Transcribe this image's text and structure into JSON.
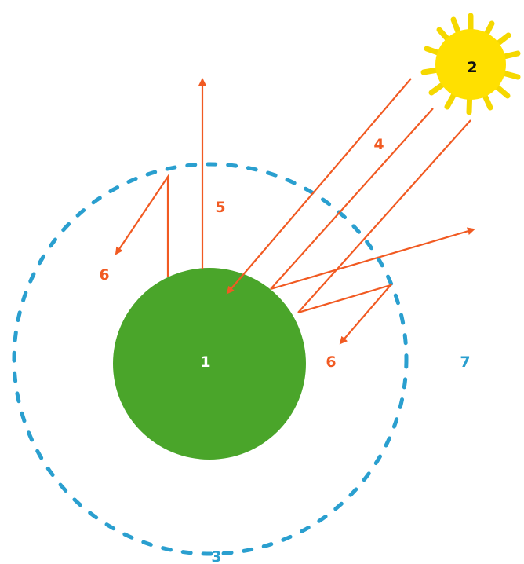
{
  "colors": {
    "earth": "#4aa52a",
    "sun": "#ffe000",
    "sun_rays": "#f5d800",
    "arrows": "#f15a22",
    "atmosphere": "#2a9fcf",
    "label_orange": "#f15a22",
    "label_blue": "#2a9fcf",
    "label_white": "#ffffff",
    "label_dark": "#111111"
  },
  "labels": {
    "earth": "1",
    "sun": "2",
    "atmosphere": "3",
    "incoming_radiation": "4",
    "outgoing_radiation": "5",
    "reflected_left": "6",
    "reflected_right": "6",
    "space": "7"
  }
}
